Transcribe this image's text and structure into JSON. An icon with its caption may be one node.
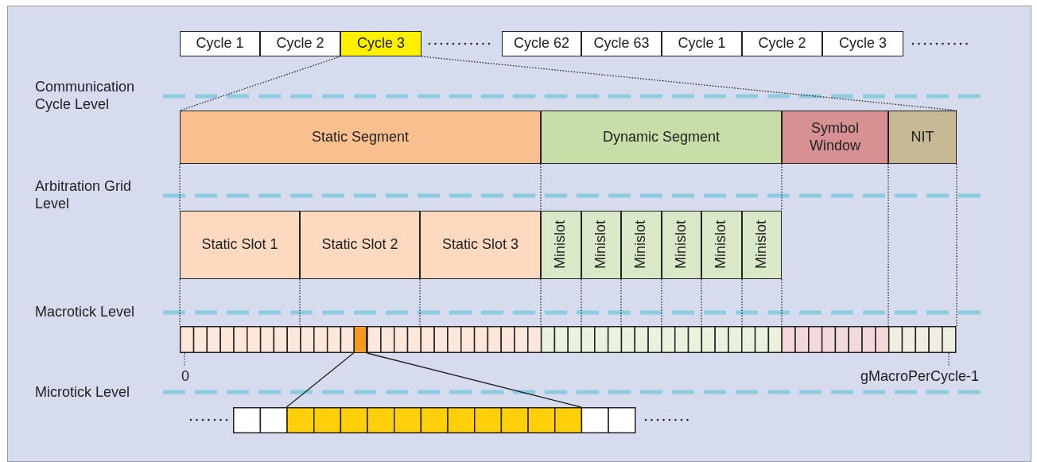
{
  "diagram": {
    "nodes": [
      {
        "text": [
          "Cycle 1"
        ]
      },
      {
        "text": [
          "Cycle 2"
        ]
      },
      {
        "text": [
          "Cycle 3"
        ]
      },
      {
        "text": [
          "Cycle 62"
        ]
      },
      {
        "text": [
          "Cycle 63"
        ]
      },
      {
        "text": [
          "Cycle 1"
        ]
      },
      {
        "text": [
          "Cycle 2"
        ]
      },
      {
        "text": [
          "Cycle 3"
        ]
      },
      {
        "text": [
          "Static Segment"
        ]
      },
      {
        "text": [
          "Dynamic Segment"
        ]
      },
      {
        "text": [
          "Symbol Window"
        ]
      },
      {
        "text": [
          "NIT"
        ]
      },
      {
        "text": [
          "Static Slot 1"
        ]
      },
      {
        "text": [
          "Static Slot 2"
        ]
      },
      {
        "text": [
          "Static Slot 3"
        ]
      },
      {
        "text": [
          "Minislot"
        ]
      },
      {
        "text": [
          "Minislot"
        ]
      },
      {
        "text": [
          "Minislot"
        ]
      },
      {
        "text": [
          "Minislot"
        ]
      },
      {
        "text": [
          "Minislot"
        ]
      },
      {
        "text": [
          "Minislot"
        ]
      },
      {
        "text": [],
        "shape": "bar"
      },
      {
        "text": [],
        "shape": "box",
        "in": 21
      },
      {
        "text": [],
        "shape": "bar"
      }
    ],
    "edges": [
      {
        "from": 2,
        "to": 8,
        "arrow": "none",
        "style": "dashed"
      },
      {
        "from": 2,
        "to": 11,
        "arrow": "none",
        "style": "dashed"
      },
      {
        "from": 8,
        "to": 12,
        "arrow": "none",
        "style": "dashed"
      },
      {
        "from": 9,
        "to": 15,
        "arrow": "none",
        "style": "dashed"
      },
      {
        "from": 10,
        "to": 20,
        "arrow": "none",
        "style": "dashed"
      },
      {
        "from": 11,
        "to": 21,
        "arrow": "none",
        "style": "dashed"
      },
      {
        "from": 11,
        "to": 21,
        "arrow": "none",
        "style": "dashed"
      },
      {
        "from": 12,
        "to": 21,
        "arrow": "none",
        "style": "dashed"
      },
      {
        "from": 12,
        "to": 21,
        "arrow": "none",
        "style": "dashed"
      },
      {
        "from": 13,
        "to": 21,
        "arrow": "none",
        "style": "dashed"
      },
      {
        "from": 15,
        "to": 21,
        "arrow": "none",
        "style": "dashed"
      },
      {
        "from": 15,
        "to": 21,
        "arrow": "none",
        "style": "dashed"
      },
      {
        "from": 16,
        "to": 21,
        "arrow": "none",
        "style": "dashed"
      },
      {
        "from": 17,
        "to": 21,
        "arrow": "none",
        "style": "dashed"
      },
      {
        "from": 18,
        "to": 21,
        "arrow": "none",
        "style": "dashed"
      },
      {
        "from": 19,
        "to": 21,
        "arrow": "none",
        "style": "dashed"
      },
      {
        "from": 20,
        "to": 21,
        "arrow": "none",
        "style": "dashed"
      },
      {
        "from": 22,
        "to": 23,
        "arrow": "none"
      },
      {
        "from": 22,
        "to": 23,
        "arrow": "none"
      }
    ],
    "labels": [
      "Communication Cycle Level",
      "Arbitration Grid Level",
      "Macrotick Level",
      "0",
      "gMacroPerCycle-1",
      "Microtick Level"
    ]
  }
}
